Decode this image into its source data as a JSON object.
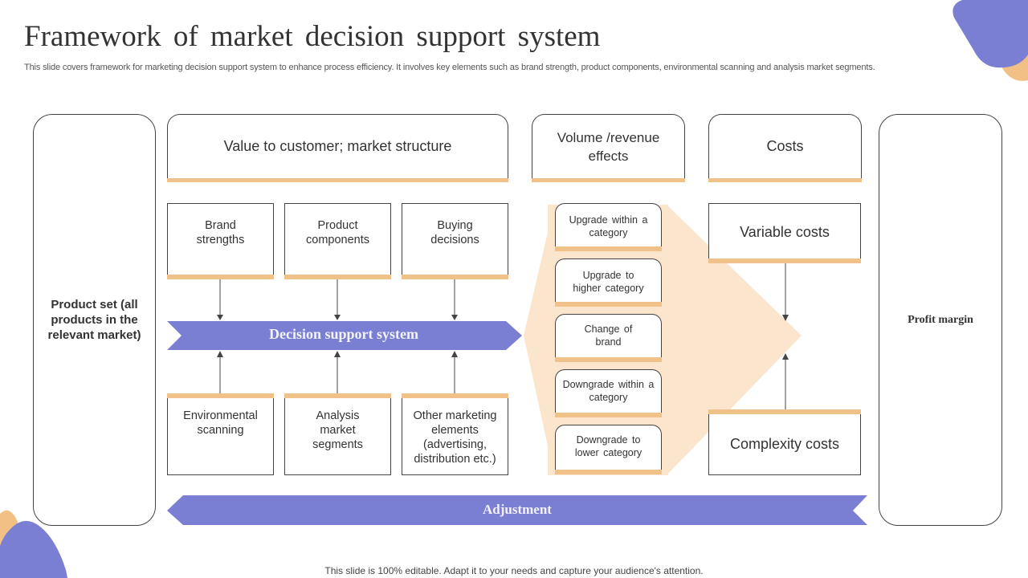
{
  "header": {
    "title": "Framework of market decision support system",
    "subtitle": "This slide covers framework for marketing decision support system to enhance process efficiency. It involves key elements such as brand strength, product components, environmental scanning and analysis market segments."
  },
  "left_panel": {
    "label": "Product set (all products in the relevant market)"
  },
  "right_panel": {
    "label": "Profit margin"
  },
  "headers": {
    "value": "Value to customer; market structure",
    "volume": "Volume /revenue effects",
    "costs": "Costs"
  },
  "top_boxes": [
    {
      "label": "Brand strengths"
    },
    {
      "label": "Product components"
    },
    {
      "label": "Buying decisions"
    }
  ],
  "bottom_boxes": [
    {
      "label": "Environmental scanning"
    },
    {
      "label": "Analysis market segments"
    },
    {
      "label": "Other marketing elements (advertising, distribution etc.)"
    }
  ],
  "dss_arrow": {
    "label": "Decision support system"
  },
  "adjustment_arrow": {
    "label": "Adjustment"
  },
  "volume_items": [
    {
      "label": "Upgrade within a category"
    },
    {
      "label": "Upgrade to higher category"
    },
    {
      "label": "Change of brand"
    },
    {
      "label": "Downgrade within a category"
    },
    {
      "label": "Downgrade to lower category"
    }
  ],
  "cost_boxes": {
    "variable": "Variable costs",
    "complexity": "Complexity costs"
  },
  "footer": {
    "text": "This slide is 100% editable. Adapt it to your needs and capture your audience's attention."
  },
  "colors": {
    "accent_purple": "#7b7fd4",
    "accent_orange": "#f0c28a",
    "funnel_fill": "#fbe5cc"
  }
}
